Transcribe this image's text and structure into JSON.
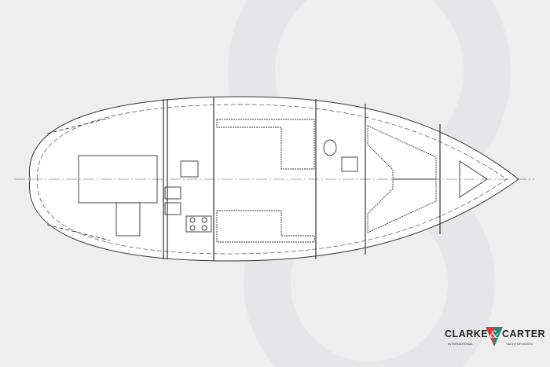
{
  "logo": {
    "left_text": "CLARKE",
    "ampersand": "&",
    "right_text": "CARTER",
    "sub_left": "INTERNATIONAL",
    "sub_right": "YACHT BROKERS",
    "colors": {
      "red": "#e0383e",
      "green": "#1f8a74"
    }
  },
  "drawing": {
    "type": "yacht-layout-plan",
    "line_color": "#333333"
  }
}
